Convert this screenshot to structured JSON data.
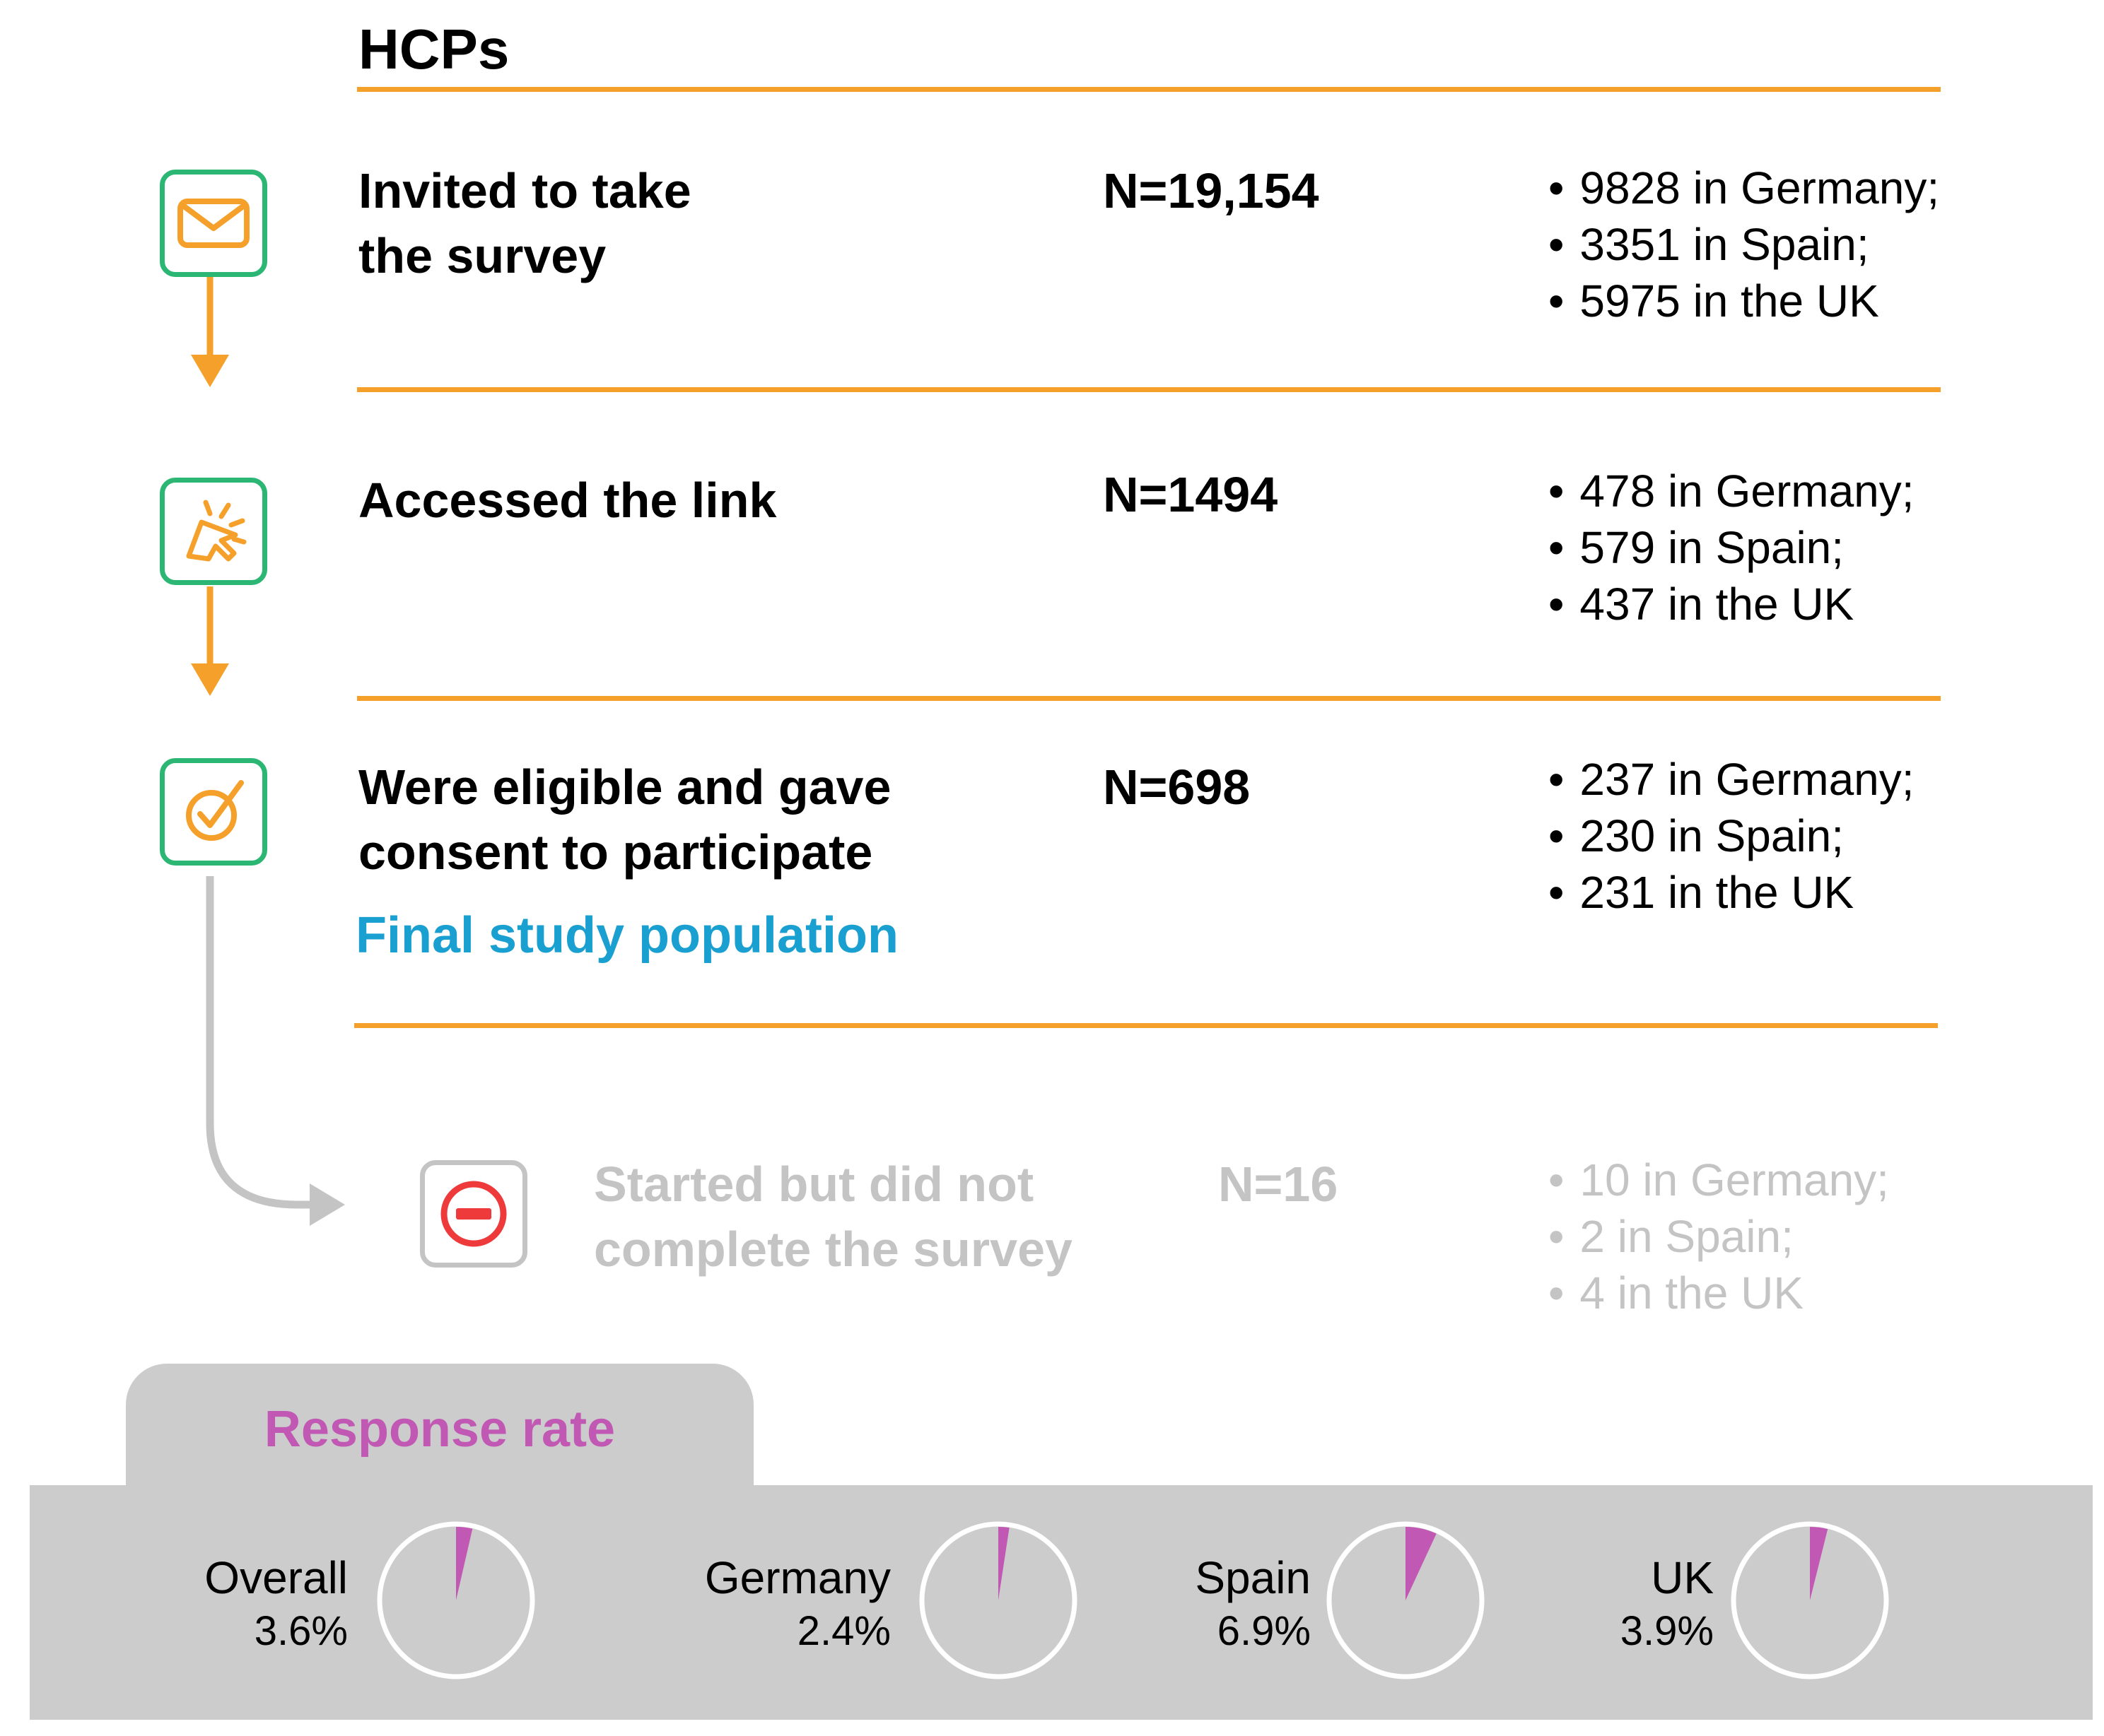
{
  "heading": "HCPs",
  "stages": [
    {
      "label_line1": "Invited to take",
      "label_line2": "the survey",
      "n": "N=19,154",
      "icon": "envelope-icon",
      "breakdown": [
        "9828 in Germany;",
        "3351 in Spain;",
        "5975 in the UK"
      ]
    },
    {
      "label_line1": "Accessed the link",
      "label_line2": "",
      "n": "N=1494",
      "icon": "cursor-click-icon",
      "breakdown": [
        "478 in Germany;",
        "579 in Spain;",
        "437 in the UK"
      ]
    },
    {
      "label_line1": "Were eligible and gave",
      "label_line2": "consent to participate",
      "n": "N=698",
      "icon": "check-circle-icon",
      "breakdown": [
        "237 in Germany;",
        "230 in Spain;",
        "231 in the UK"
      ],
      "note": "Final study population"
    }
  ],
  "incomplete": {
    "label_line1": "Started but did not",
    "label_line2": "complete the survey",
    "n": "N=16",
    "icon": "minus-circle-icon",
    "breakdown": [
      "10 in Germany;",
      "2 in Spain;",
      "4 in the UK"
    ]
  },
  "response_rate": {
    "title": "Response rate",
    "items": [
      {
        "name": "Overall",
        "label": "3.6%",
        "value": 3.6
      },
      {
        "name": "Germany",
        "label": "2.4%",
        "value": 2.4
      },
      {
        "name": "Spain",
        "label": "6.9%",
        "value": 6.9
      },
      {
        "name": "UK",
        "label": "3.9%",
        "value": 3.9
      }
    ]
  },
  "colors": {
    "accent_orange": "#f5a02a",
    "icon_green": "#2bb673",
    "final_blue": "#1a9fd1",
    "rate_magenta": "#c158b4",
    "muted_gray": "#c4c4c4",
    "stop_red": "#ee3a3a"
  }
}
